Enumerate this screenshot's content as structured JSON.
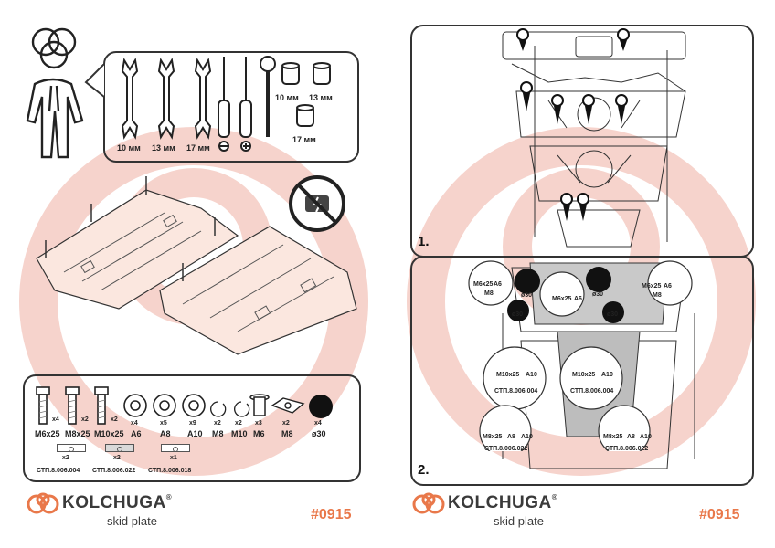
{
  "tools": {
    "wrench_sizes": [
      "10 мм",
      "13 мм",
      "17 мм"
    ],
    "socket_sizes": [
      "10 мм",
      "13 мм",
      "17 мм"
    ]
  },
  "parts": {
    "bolts": [
      {
        "label": "M6x25",
        "qty": "x4"
      },
      {
        "label": "M8x25",
        "qty": "x2"
      },
      {
        "label": "M10x25",
        "qty": "x2"
      }
    ],
    "washers": [
      {
        "label": "A6",
        "qty": "x4"
      },
      {
        "label": "A8",
        "qty": "x5"
      },
      {
        "label": "A10",
        "qty": "x9"
      }
    ],
    "rings": [
      {
        "label": "M8",
        "qty": "x2"
      },
      {
        "label": "M10",
        "qty": "x2"
      }
    ],
    "nut": {
      "label": "M6",
      "qty": "x3"
    },
    "clip": {
      "label": "M8",
      "qty": "x2"
    },
    "plug": {
      "label": "ø30",
      "qty": "x4"
    },
    "brackets": [
      {
        "qty": "x2",
        "code": "СТП.8.006.004"
      },
      {
        "qty": "x2",
        "code": "СТП.8.006.022"
      },
      {
        "qty": "x1",
        "code": "СТП.8.006.018"
      }
    ]
  },
  "steps": [
    "1.",
    "2."
  ],
  "step2_callouts": {
    "top_left": [
      "M6x25",
      "A6",
      "M8"
    ],
    "holes": [
      "ø30",
      "ø30",
      "ø30",
      "ø30"
    ],
    "mid_left": [
      "M6x25",
      "A6"
    ],
    "top_right": [
      "M6x25",
      "A6",
      "M8"
    ],
    "big_left": {
      "labels": [
        "M10x25",
        "A10"
      ],
      "code": "СТП.8.006.004"
    },
    "big_right": {
      "labels": [
        "M10x25",
        "A10"
      ],
      "code": "СТП.8.006.004"
    },
    "low_left": {
      "labels": [
        "M8x25",
        "A8",
        "A10"
      ],
      "code": "СТП.8.006.022"
    },
    "low_right": {
      "labels": [
        "M8x25",
        "A8",
        "A10"
      ],
      "code": "СТП.8.006.022"
    }
  },
  "brand": {
    "name": "KOLCHUGA",
    "reg": "®",
    "sub": "skid plate"
  },
  "product_code": "#0915",
  "colors": {
    "accent": "#e9784a",
    "watermark": "#f6d3cc",
    "line": "#333333"
  }
}
